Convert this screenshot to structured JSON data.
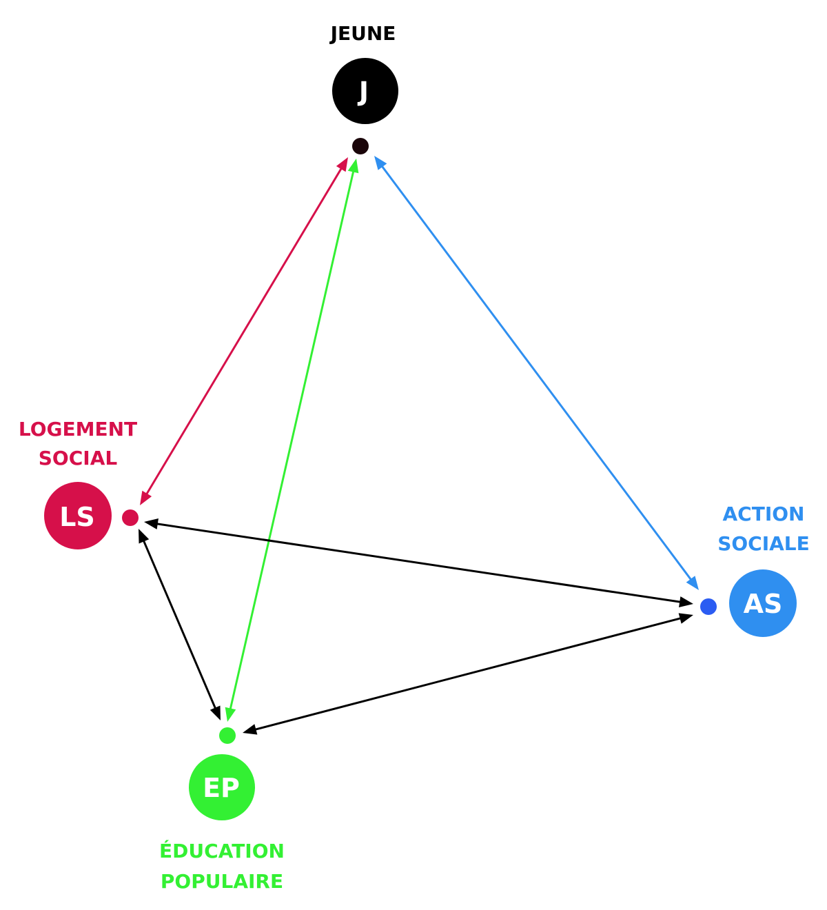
{
  "colors": {
    "jeune": "#000000",
    "ls": "#d6104a",
    "as": "#2f8ff0",
    "as_dot": "#2b5cf2",
    "ep": "#33f033",
    "link_black": "#000000",
    "badge_text": "#ffffff"
  },
  "nodes": {
    "jeune": {
      "abbr": "J",
      "label_line1": "JEUNE",
      "label_line2": ""
    },
    "ls": {
      "abbr": "LS",
      "label_line1": "LOGEMENT",
      "label_line2": "SOCIAL"
    },
    "as": {
      "abbr": "AS",
      "label_line1": "ACTION",
      "label_line2": "SOCIALE"
    },
    "ep": {
      "abbr": "EP",
      "label_line1": "ÉDUCATION",
      "label_line2": "POPULAIRE"
    }
  },
  "links": [
    {
      "from": "jeune",
      "to": "ls",
      "color_key": "ls",
      "direction": "both"
    },
    {
      "from": "jeune",
      "to": "ep",
      "color_key": "ep",
      "direction": "both"
    },
    {
      "from": "jeune",
      "to": "as",
      "color_key": "as",
      "direction": "both"
    },
    {
      "from": "ls",
      "to": "as",
      "color_key": "link_black",
      "direction": "both"
    },
    {
      "from": "ls",
      "to": "ep",
      "color_key": "link_black",
      "direction": "both"
    },
    {
      "from": "ep",
      "to": "as",
      "color_key": "link_black",
      "direction": "both"
    }
  ]
}
